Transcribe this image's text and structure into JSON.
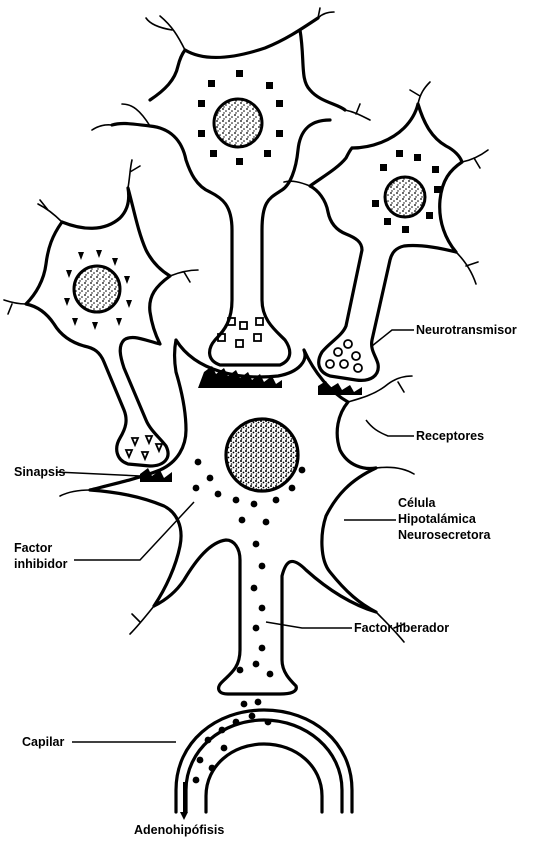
{
  "labels": {
    "neurotransmisor": "Neurotransmisor",
    "receptores": "Receptores",
    "sinapsis": "Sinapsis",
    "celula_1": "Célula",
    "celula_2": "Hipotalámica",
    "celula_3": "Neurosecretora",
    "factor_inhibidor_1": "Factor",
    "factor_inhibidor_2": "inhibidor",
    "factor_liberador": "Factor liberador",
    "capilar": "Capilar",
    "adenohipofisis": "Adenohipófisis"
  },
  "colors": {
    "ink": "#000000",
    "background": "#ffffff"
  }
}
